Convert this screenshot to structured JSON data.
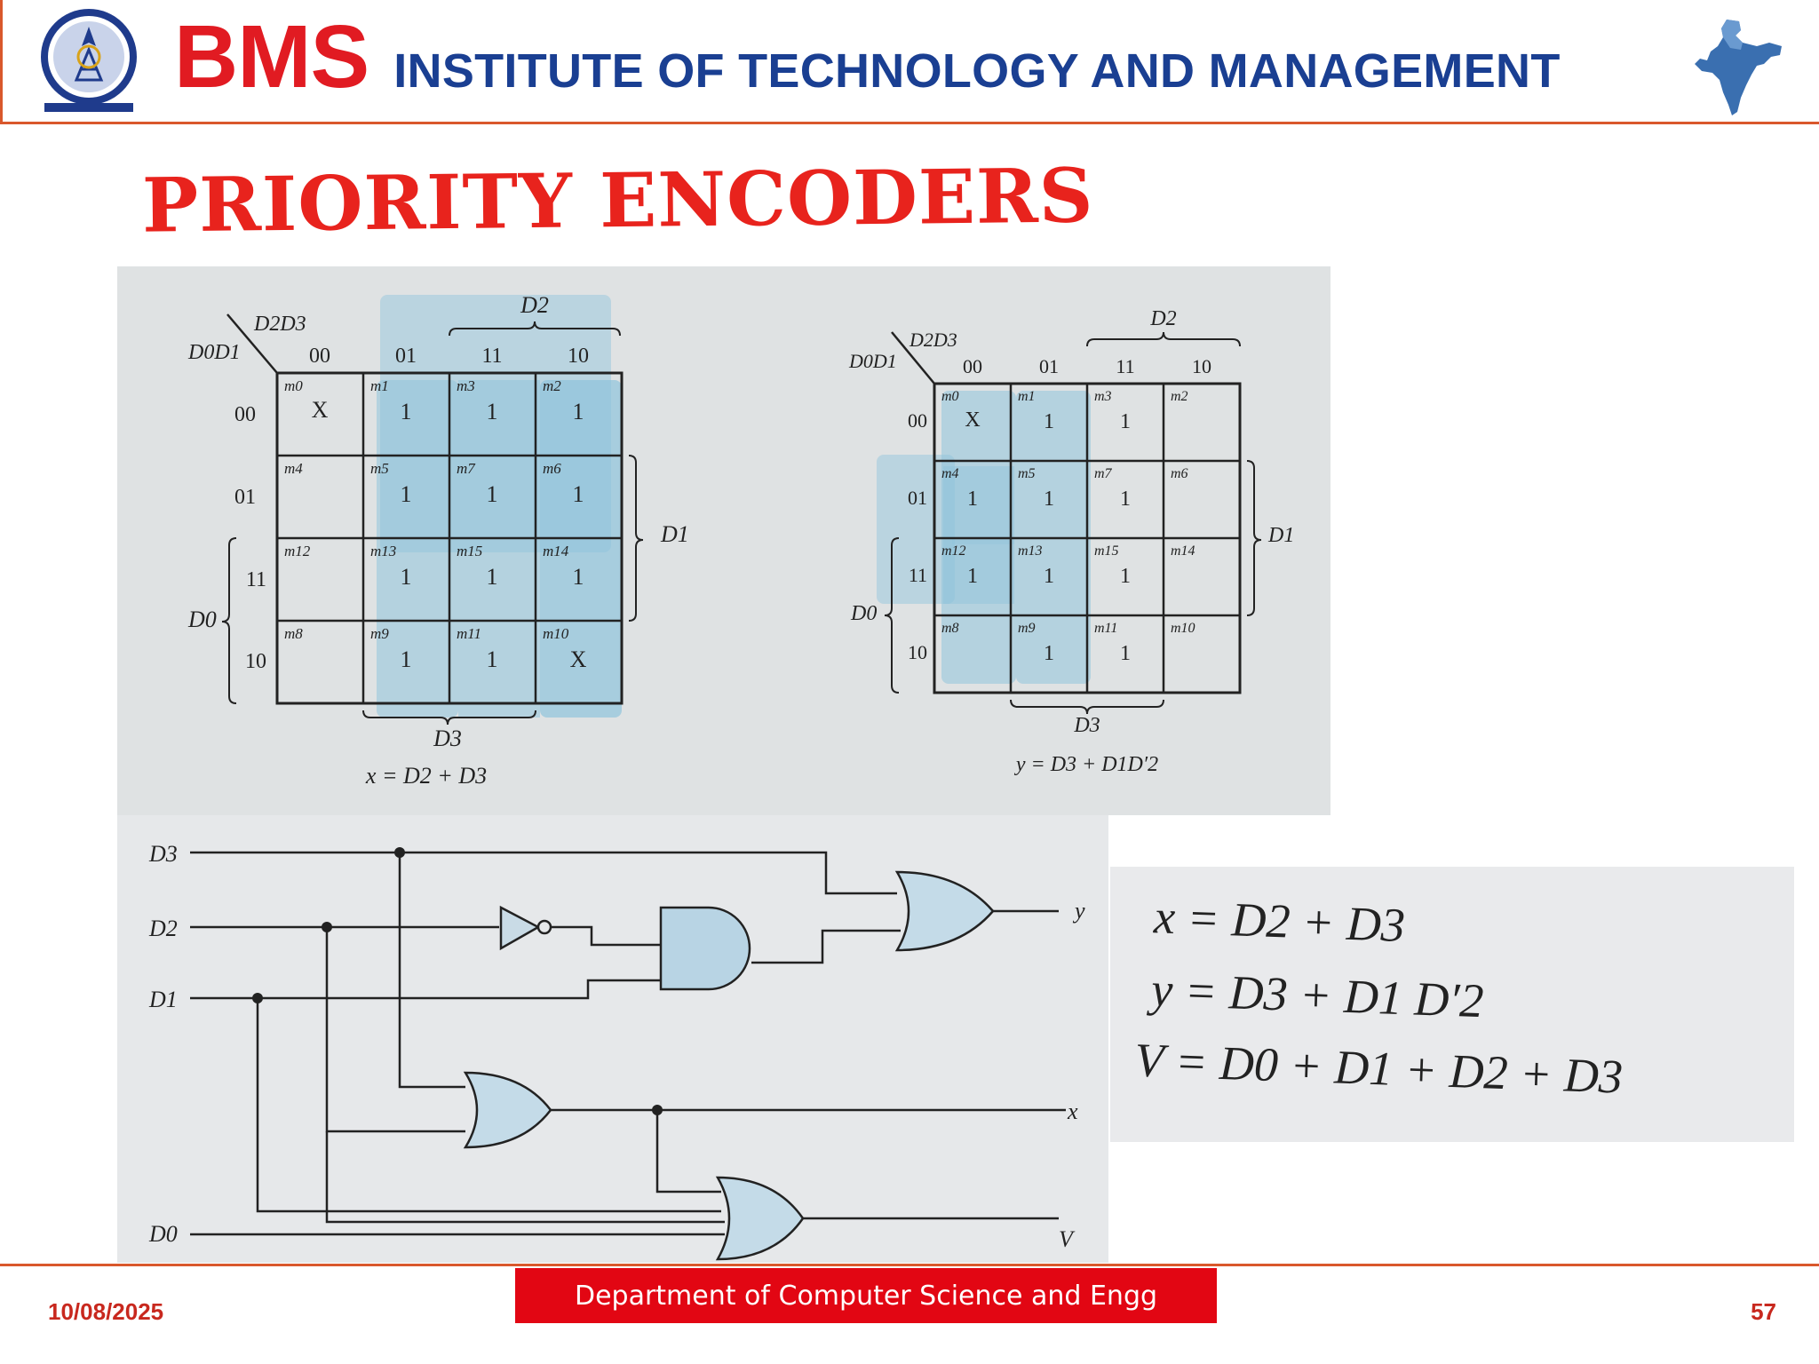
{
  "header": {
    "brand_short": "BMS",
    "brand_full": "INSTITUTE OF TECHNOLOGY AND MANAGEMENT"
  },
  "title": "PRIORITY ENCODERS",
  "kmaps": [
    {
      "col_var": "D2D3",
      "row_var": "D0D1",
      "col_labels": [
        "00",
        "01",
        "11",
        "10"
      ],
      "row_labels": [
        "00",
        "01",
        "11",
        "10"
      ],
      "minterms": [
        [
          "m0",
          "m1",
          "m3",
          "m2"
        ],
        [
          "m4",
          "m5",
          "m7",
          "m6"
        ],
        [
          "m12",
          "m13",
          "m15",
          "m14"
        ],
        [
          "m8",
          "m9",
          "m11",
          "m10"
        ]
      ],
      "cells": [
        [
          "X",
          "1",
          "1",
          "1"
        ],
        [
          "",
          "1",
          "1",
          "1"
        ],
        [
          "",
          "1",
          "1",
          "1"
        ],
        [
          "",
          "1",
          "1",
          "X"
        ]
      ],
      "brace_top": "D2",
      "brace_right": "D1",
      "brace_left": "D0",
      "brace_bottom": "D3",
      "expression": "x = D2 + D3"
    },
    {
      "col_var": "D2D3",
      "row_var": "D0D1",
      "col_labels": [
        "00",
        "01",
        "11",
        "10"
      ],
      "row_labels": [
        "00",
        "01",
        "11",
        "10"
      ],
      "minterms": [
        [
          "m0",
          "m1",
          "m3",
          "m2"
        ],
        [
          "m4",
          "m5",
          "m7",
          "m6"
        ],
        [
          "m12",
          "m13",
          "m15",
          "m14"
        ],
        [
          "m8",
          "m9",
          "m11",
          "m10"
        ]
      ],
      "cells": [
        [
          "X",
          "1",
          "1",
          ""
        ],
        [
          "1",
          "1",
          "1",
          ""
        ],
        [
          "1",
          "1",
          "1",
          ""
        ],
        [
          "",
          "1",
          "1",
          ""
        ]
      ],
      "brace_top": "D2",
      "brace_right": "D1",
      "brace_left": "D0",
      "brace_bottom": "D3",
      "expression": "y = D3 + D1D′2"
    }
  ],
  "circuit": {
    "inputs": [
      "D3",
      "D2",
      "D1",
      "D0"
    ],
    "outputs": [
      "y",
      "x",
      "V"
    ]
  },
  "equations": {
    "x": "x = D2 + D3",
    "y": "y = D3 + D1 D′2",
    "v": "V = D0 + D1 + D2 + D3"
  },
  "footer": {
    "date": "10/08/2025",
    "department": "Department of Computer Science and Engg",
    "page": "57"
  },
  "colors": {
    "brand_red": "#e11b22",
    "brand_blue": "#1a3f92",
    "title_red": "#e8231d",
    "footer_red": "#e20613",
    "header_line": "#d9582c",
    "kmap_group": "#8fc4dc"
  }
}
